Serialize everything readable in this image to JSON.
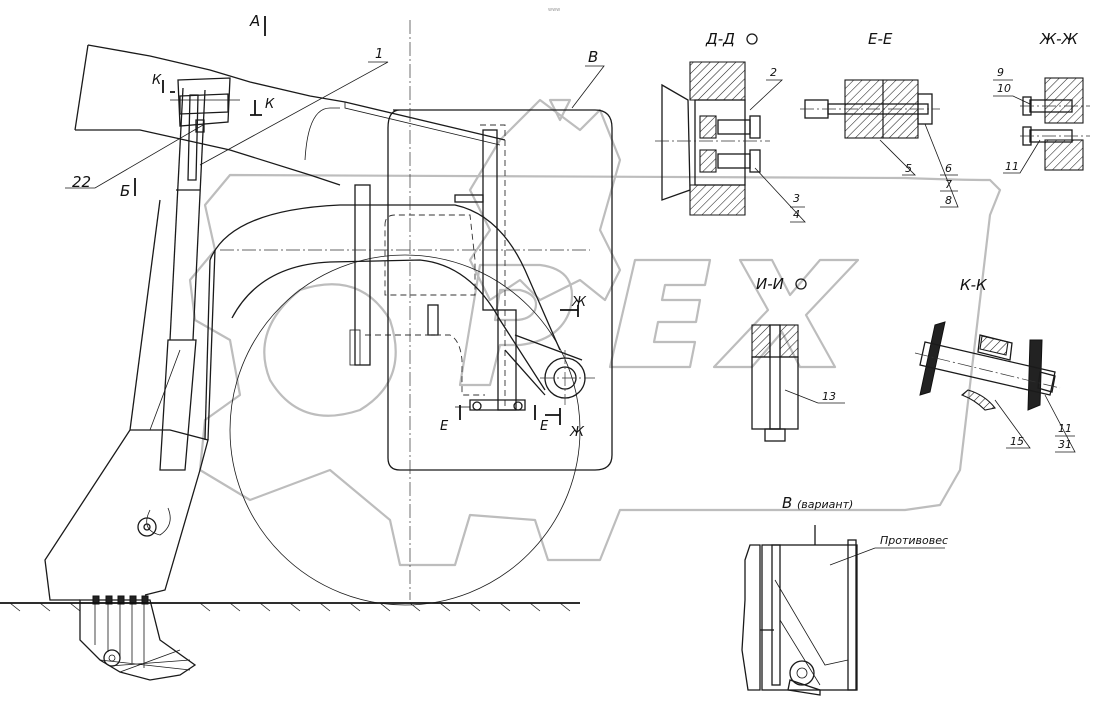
{
  "watermark": {
    "text": "OREX",
    "color": "#bdbdbd"
  },
  "top_mark": "www",
  "view_labels": {
    "view_a": "А",
    "view_b": "Б",
    "view_v": "В",
    "view_v_variant": "В",
    "view_v_variant_note": "(вариант)"
  },
  "section_titles": {
    "d_d": "Д-Д",
    "e_e": "Е-Е",
    "zh_zh": "Ж-Ж",
    "i_i": "И-И",
    "k_k": "К-К"
  },
  "cut_marks": {
    "k": "К",
    "e": "Е",
    "zh": "Ж"
  },
  "callouts": {
    "c1": "1",
    "c22": "22",
    "c2": "2",
    "c3": "3",
    "c4": "4",
    "c5": "5",
    "c6": "6",
    "c7": "7",
    "c8": "8",
    "c9": "9",
    "c10": "10",
    "c11": "11",
    "c13": "13",
    "c15": "15",
    "c31": "31",
    "counterweight": "Противовес"
  }
}
